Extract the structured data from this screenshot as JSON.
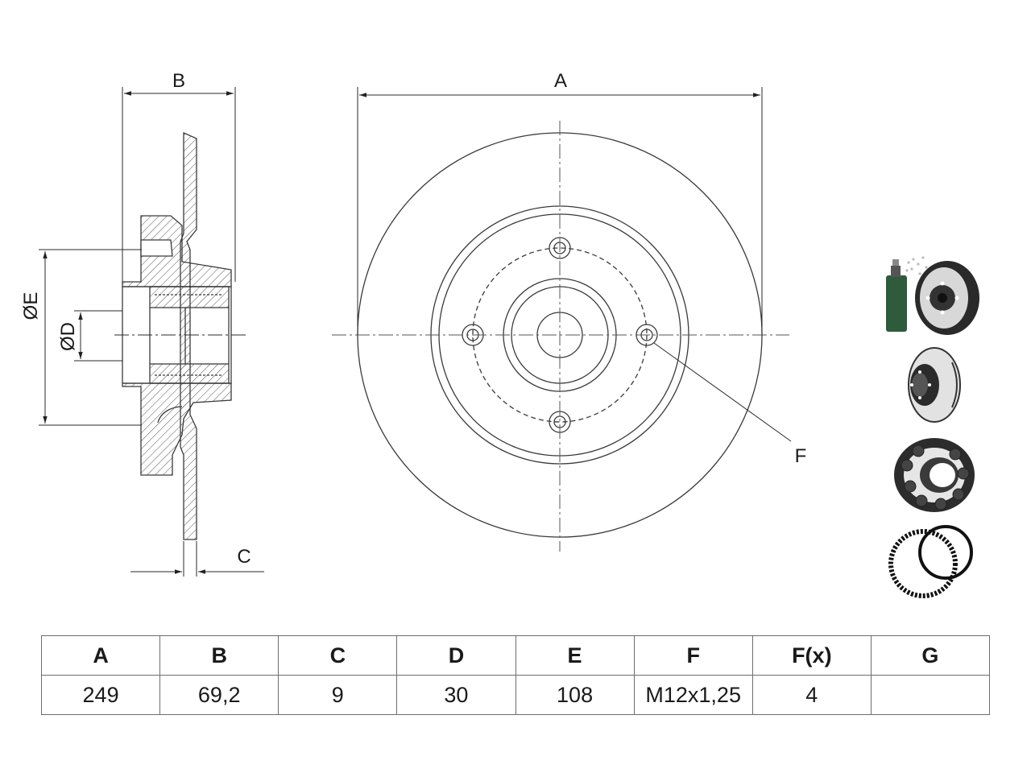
{
  "drawing": {
    "dimension_labels": {
      "b": "B",
      "a": "A",
      "c": "C",
      "e": "ØE",
      "d": "ØD",
      "f": "F"
    },
    "line_color": "#3a3a3a",
    "icon_dark_color": "#2a5a3a"
  },
  "specs_table": {
    "headers": [
      "A",
      "B",
      "C",
      "D",
      "E",
      "F",
      "F(x)",
      "G"
    ],
    "values": [
      "249",
      "69,2",
      "9",
      "30",
      "108",
      "M12x1,25",
      "4",
      ""
    ]
  },
  "feature_icons": [
    "spray-coating-icon",
    "brake-disc-hub-icon",
    "wheel-bearing-icon",
    "abs-ring-icon"
  ]
}
